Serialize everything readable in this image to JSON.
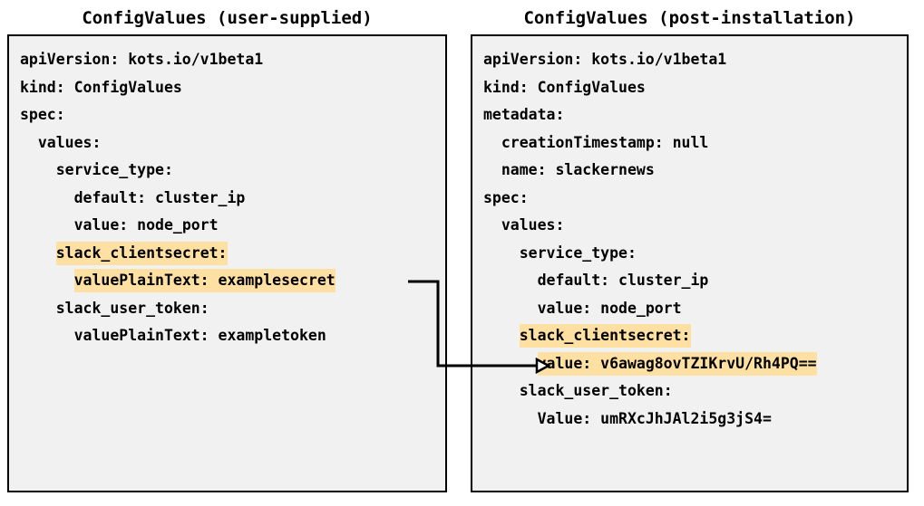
{
  "diagram": {
    "type": "yaml-comparison-with-connector",
    "background_color": "#ffffff",
    "panel_fill": "#f1f1f1",
    "panel_border_color": "#000000",
    "highlight_color": "#ffe0a3",
    "text_color": "#000000"
  },
  "left_panel": {
    "title": "ConfigValues (user-supplied)",
    "lines": [
      {
        "indent": 0,
        "text": "apiVersion: kots.io/v1beta1",
        "highlighted": false
      },
      {
        "indent": 0,
        "text": "kind: ConfigValues",
        "highlighted": false
      },
      {
        "indent": 0,
        "text": "spec:",
        "highlighted": false
      },
      {
        "indent": 1,
        "text": "values:",
        "highlighted": false
      },
      {
        "indent": 2,
        "text": "service_type:",
        "highlighted": false
      },
      {
        "indent": 3,
        "text": "default: cluster_ip",
        "highlighted": false
      },
      {
        "indent": 3,
        "text": "value: node_port",
        "highlighted": false
      },
      {
        "indent": 2,
        "text": "slack_clientsecret:",
        "highlighted": true
      },
      {
        "indent": 3,
        "text": "valuePlainText: examplesecret",
        "highlighted": true
      },
      {
        "indent": 2,
        "text": "slack_user_token:",
        "highlighted": false
      },
      {
        "indent": 3,
        "text": "valuePlainText: exampletoken",
        "highlighted": false
      }
    ]
  },
  "right_panel": {
    "title": "ConfigValues (post-installation)",
    "lines": [
      {
        "indent": 0,
        "text": "apiVersion: kots.io/v1beta1",
        "highlighted": false
      },
      {
        "indent": 0,
        "text": "kind: ConfigValues",
        "highlighted": false
      },
      {
        "indent": 0,
        "text": "metadata:",
        "highlighted": false
      },
      {
        "indent": 1,
        "text": "creationTimestamp: null",
        "highlighted": false
      },
      {
        "indent": 1,
        "text": "name: slackernews",
        "highlighted": false
      },
      {
        "indent": 0,
        "text": "spec:",
        "highlighted": false
      },
      {
        "indent": 1,
        "text": "values:",
        "highlighted": false
      },
      {
        "indent": 2,
        "text": "service_type:",
        "highlighted": false
      },
      {
        "indent": 3,
        "text": "default: cluster_ip",
        "highlighted": false
      },
      {
        "indent": 3,
        "text": "value: node_port",
        "highlighted": false
      },
      {
        "indent": 2,
        "text": "slack_clientsecret:",
        "highlighted": true
      },
      {
        "indent": 3,
        "text": "value: v6awag8ovTZIKrvU/Rh4PQ==",
        "highlighted": true
      },
      {
        "indent": 2,
        "text": "slack_user_token:",
        "highlighted": false
      },
      {
        "indent": 3,
        "text": "Value: umRXcJhJAl2i5g3jS4=",
        "highlighted": false
      }
    ]
  },
  "connector": {
    "label": "encrypted-value-mapping-arrow",
    "color": "#000000",
    "from": "valuePlainText: examplesecret",
    "to": "value: v6awag8ovTZIKrvU/Rh4PQ==",
    "arrowhead_style": "hollow-triangle"
  }
}
